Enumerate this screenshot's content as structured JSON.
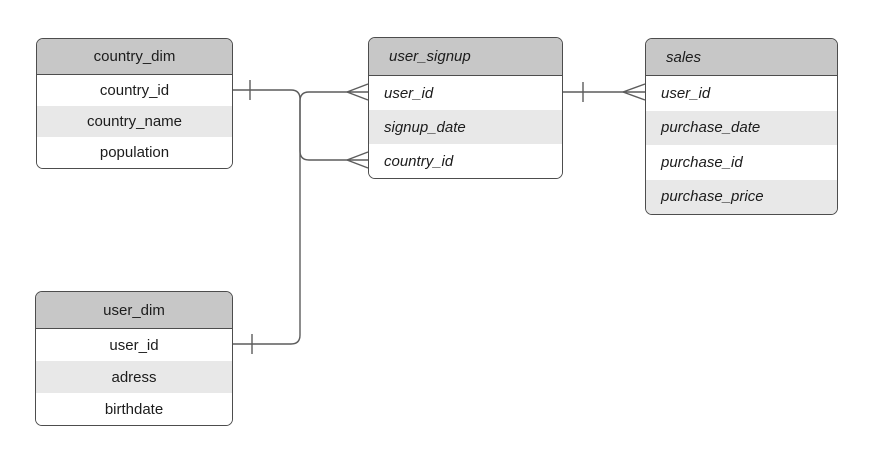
{
  "diagram": {
    "type": "entity-relationship",
    "colors": {
      "background": "#ffffff",
      "table_header_bg": "#c7c7c7",
      "table_row_bg": "#ffffff",
      "table_row_alt_bg": "#e8e8e8",
      "table_border": "#4d4d4d",
      "connector_line": "#5c5c5c",
      "text": "#1c1c1c"
    },
    "tables": [
      {
        "name": "country_dim",
        "style": "dimension",
        "rows": [
          "country_id",
          "country_name",
          "population"
        ]
      },
      {
        "name": "user_dim",
        "style": "dimension",
        "rows": [
          "user_id",
          "adress",
          "birthdate"
        ]
      },
      {
        "name": "user_signup",
        "style": "fact",
        "rows": [
          "user_id",
          "signup_date",
          "country_id"
        ]
      },
      {
        "name": "sales",
        "style": "fact",
        "rows": [
          "user_id",
          "purchase_date",
          "purchase_id",
          "purchase_price"
        ]
      }
    ],
    "relationships": [
      {
        "from": "country_dim.country_id",
        "from_cardinality": "one",
        "to": "user_signup.country_id",
        "to_cardinality": "many"
      },
      {
        "from": "user_dim.user_id",
        "from_cardinality": "one",
        "to": "user_signup.user_id",
        "to_cardinality": "many"
      },
      {
        "from": "user_signup.user_id",
        "from_cardinality": "one",
        "to": "sales.user_id",
        "to_cardinality": "many"
      }
    ]
  }
}
